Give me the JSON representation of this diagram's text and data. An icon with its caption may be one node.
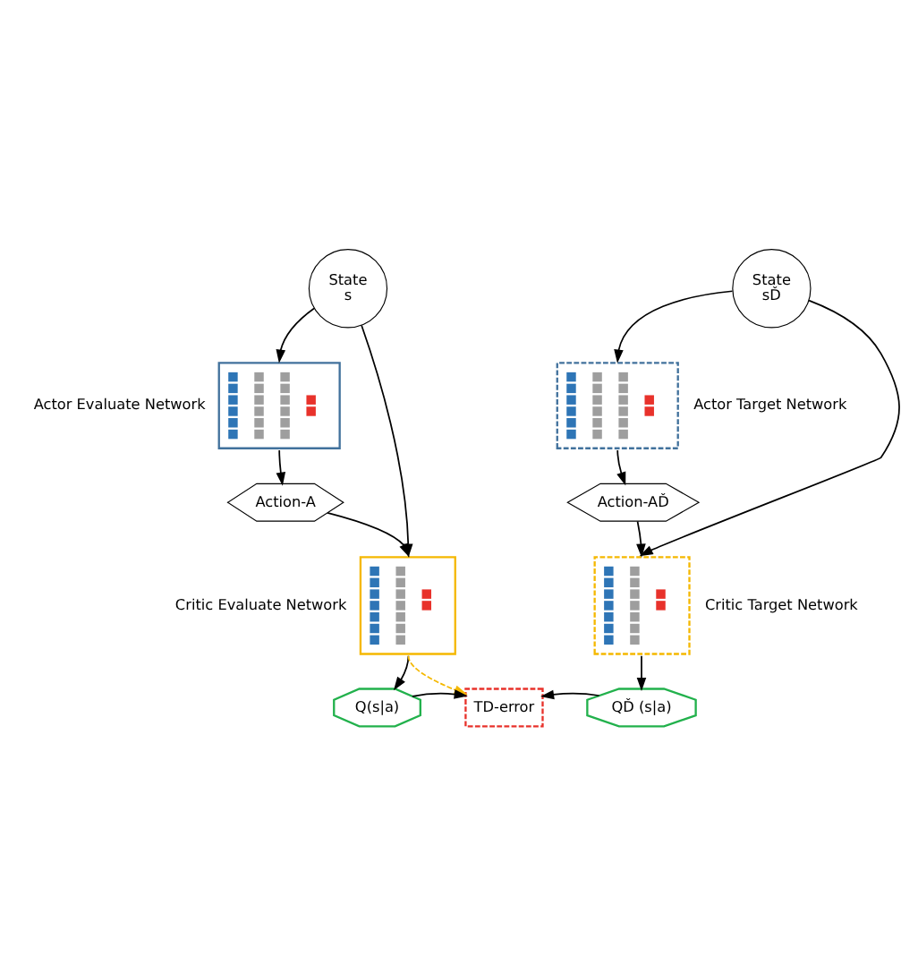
{
  "diagram": {
    "nodes": [
      {
        "text": [
          "State",
          "s"
        ]
      },
      {
        "text": [],
        "shape": "picture",
        "beside": [
          "Actor Evaluate Network"
        ]
      },
      {
        "text": [
          "Action-A"
        ]
      },
      {
        "text": [],
        "shape": "picture",
        "beside": [
          "Critic Evaluate Network"
        ]
      },
      {
        "text": [
          "Q(s|a)"
        ]
      },
      {
        "text": [
          "State",
          "sĎ"
        ]
      },
      {
        "text": [],
        "shape": "picture",
        "beside": [
          "Actor Target Network"
        ]
      },
      {
        "text": [
          "Action-AĎ"
        ]
      },
      {
        "text": [],
        "shape": "picture",
        "beside": [
          "Critic Target Network"
        ]
      },
      {
        "text": [
          "QĎ (s|a)"
        ]
      },
      {
        "text": [
          "TD-error"
        ]
      }
    ],
    "edges": [
      {
        "from": 0,
        "to": 1,
        "arrow": "to"
      },
      {
        "from": 1,
        "to": 2,
        "arrow": "to"
      },
      {
        "from": 2,
        "to": 3,
        "arrow": "to"
      },
      {
        "from": 0,
        "to": 3,
        "arrow": "to"
      },
      {
        "from": 3,
        "to": 4,
        "arrow": "to"
      },
      {
        "from": 4,
        "to": 10,
        "arrow": "to"
      },
      {
        "from": 3,
        "to": 10,
        "arrow": "to",
        "style": "dashed",
        "color": "#f5b800"
      },
      {
        "from": 5,
        "to": 6,
        "arrow": "to"
      },
      {
        "from": 6,
        "to": 7,
        "arrow": "to"
      },
      {
        "from": 7,
        "to": 8,
        "arrow": "to"
      },
      {
        "from": 5,
        "to": 8,
        "arrow": "to"
      },
      {
        "from": 8,
        "to": 9,
        "arrow": "to"
      },
      {
        "from": 9,
        "to": 10,
        "arrow": "to"
      }
    ]
  }
}
